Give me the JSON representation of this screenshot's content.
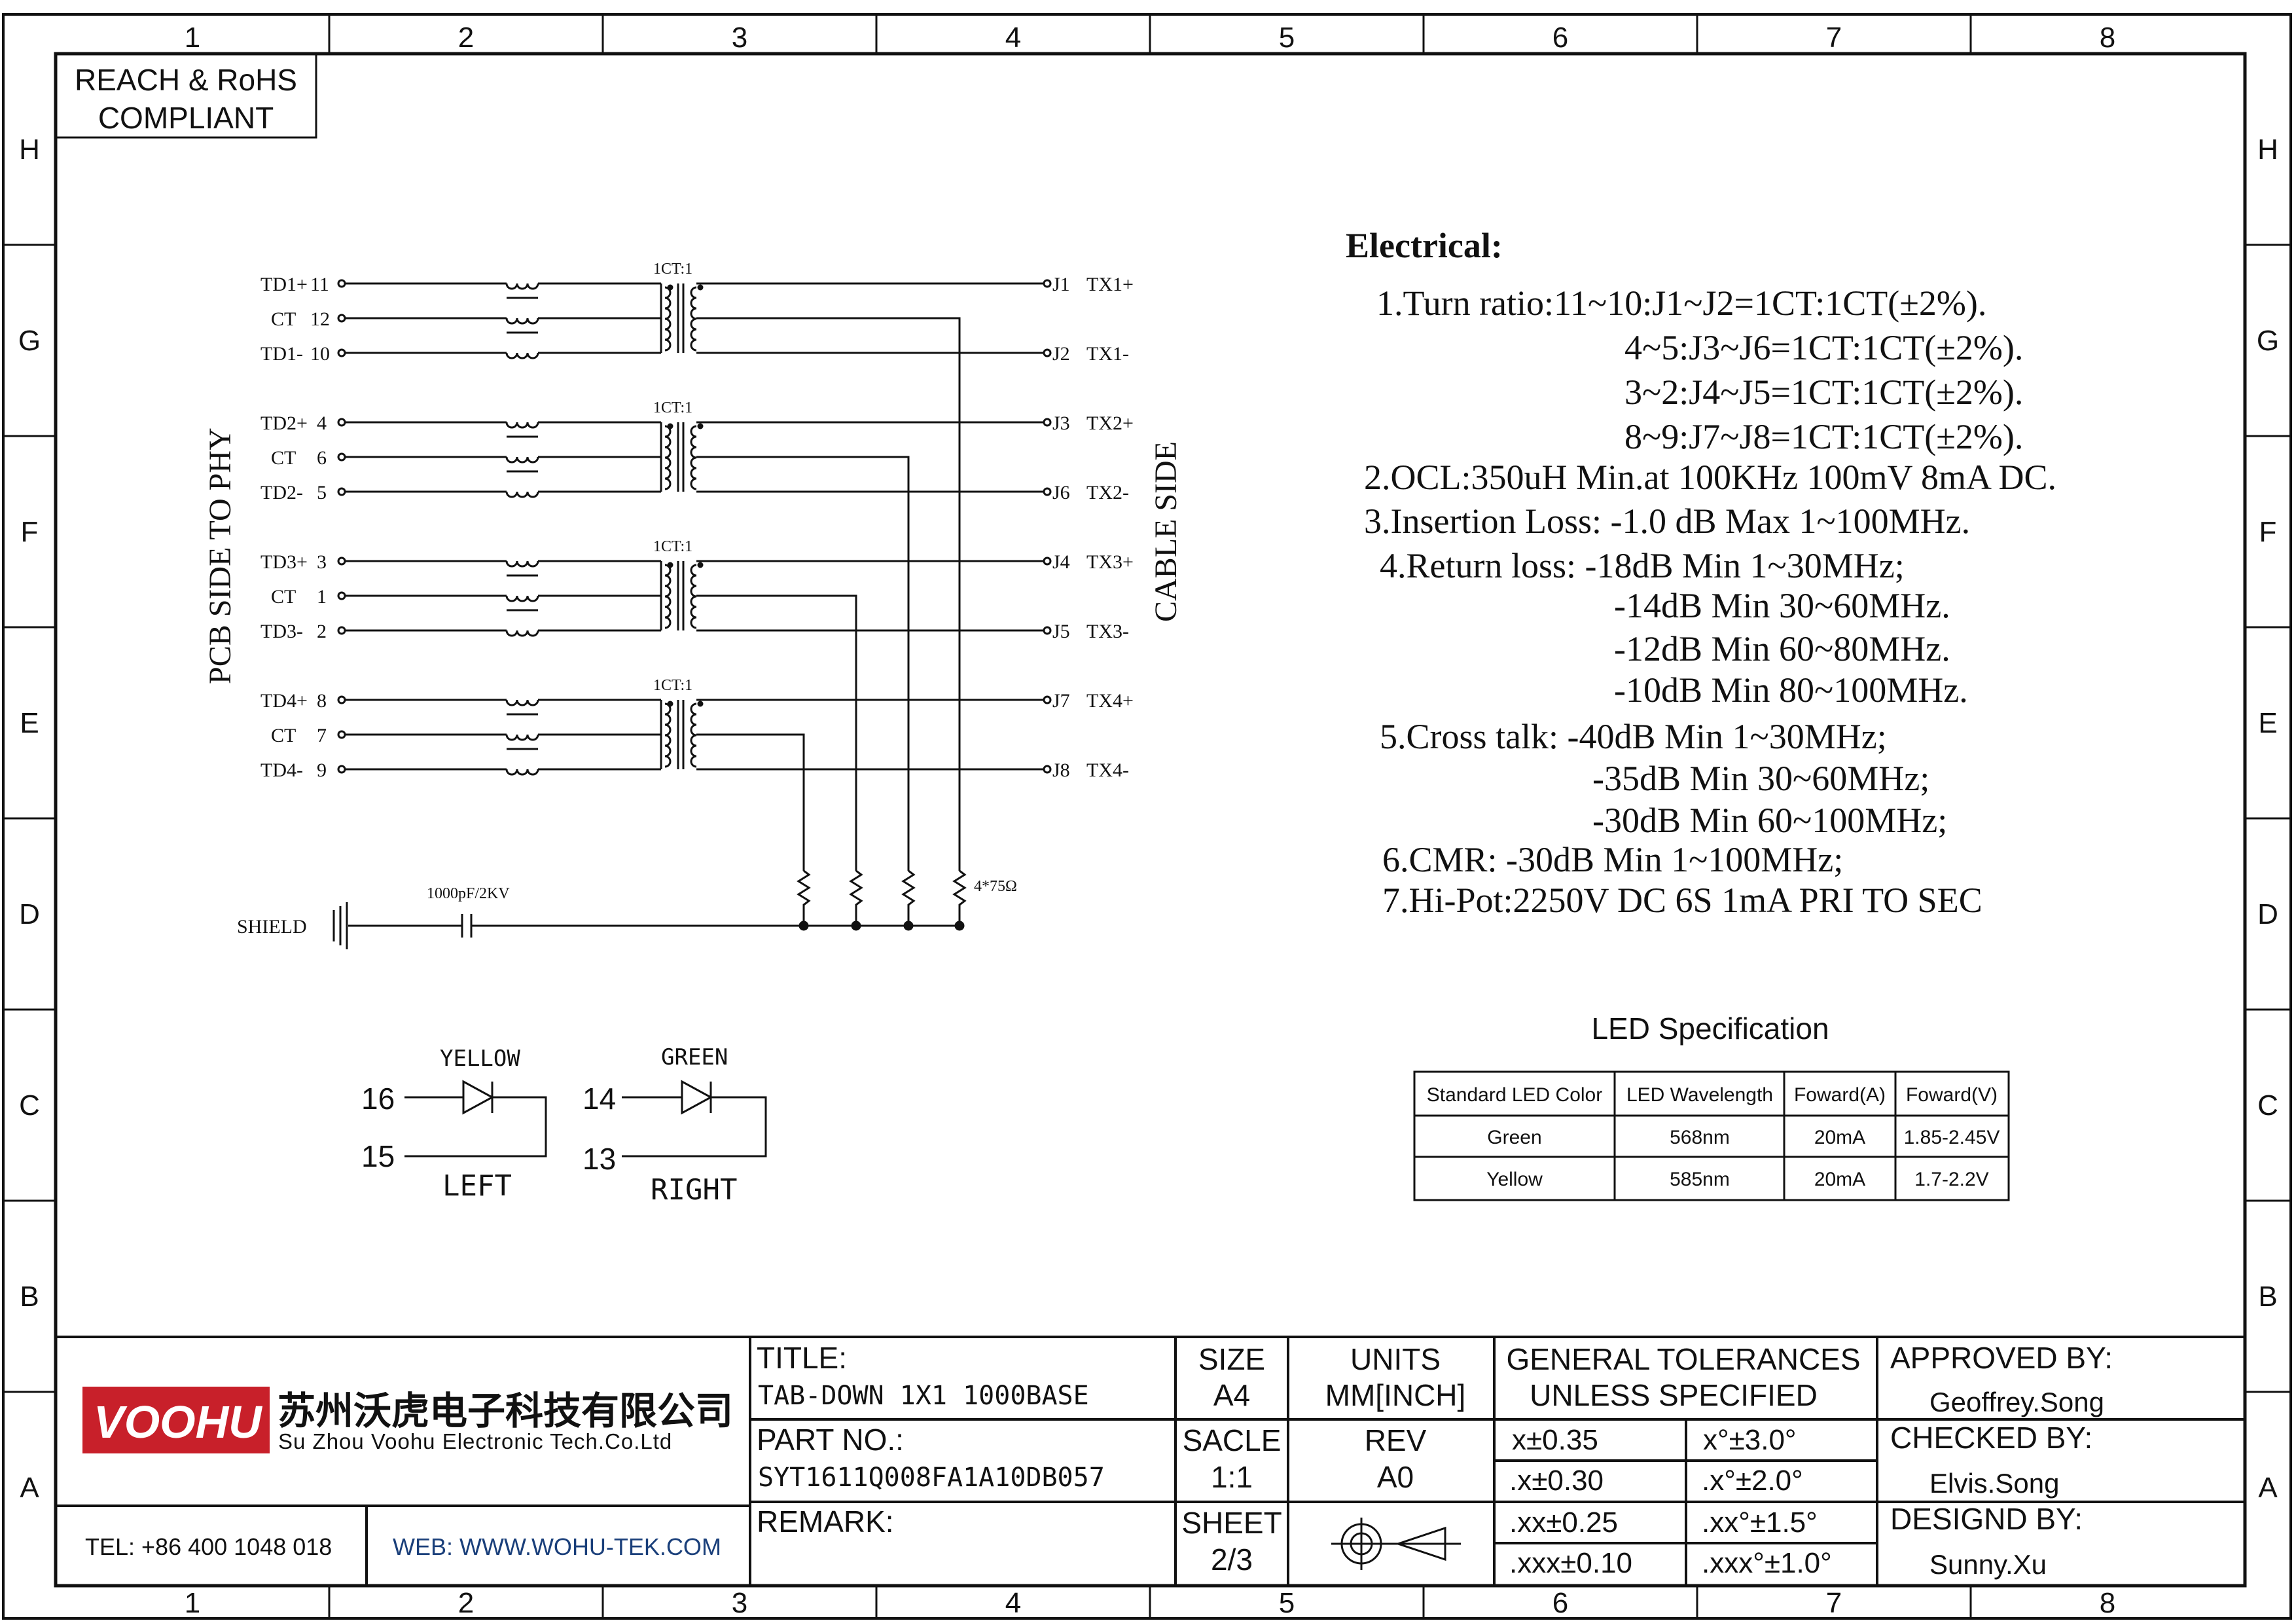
{
  "frame": {
    "columns": [
      "1",
      "2",
      "3",
      "4",
      "5",
      "6",
      "7",
      "8"
    ],
    "rows": [
      "H",
      "G",
      "F",
      "E",
      "D",
      "C",
      "B",
      "A"
    ]
  },
  "compliance": [
    "REACH & RoHS",
    "COMPLIANT"
  ],
  "schematic": {
    "side_left": "PCB SIDE TO PHY",
    "side_right": "CABLE SIDE",
    "ratio_label": "1CT:1",
    "left_pins": [
      {
        "name": "TD1+",
        "num": "11"
      },
      {
        "name": "CT",
        "num": "12"
      },
      {
        "name": "TD1-",
        "num": "10"
      },
      {
        "name": "TD2+",
        "num": "4"
      },
      {
        "name": "CT",
        "num": "6"
      },
      {
        "name": "TD2-",
        "num": "5"
      },
      {
        "name": "TD3+",
        "num": "3"
      },
      {
        "name": "CT",
        "num": "1"
      },
      {
        "name": "TD3-",
        "num": "2"
      },
      {
        "name": "TD4+",
        "num": "8"
      },
      {
        "name": "CT",
        "num": "7"
      },
      {
        "name": "TD4-",
        "num": "9"
      }
    ],
    "right_pins": [
      {
        "pin": "J1",
        "name": "TX1+"
      },
      {
        "pin": "J2",
        "name": "TX1-"
      },
      {
        "pin": "J3",
        "name": "TX2+"
      },
      {
        "pin": "J6",
        "name": "TX2-"
      },
      {
        "pin": "J4",
        "name": "TX3+"
      },
      {
        "pin": "J5",
        "name": "TX3-"
      },
      {
        "pin": "J7",
        "name": "TX4+"
      },
      {
        "pin": "J8",
        "name": "TX4-"
      }
    ],
    "resistor_label": "4*75Ω",
    "capacitor_label": "1000pF/2KV",
    "shield_label": "SHIELD"
  },
  "leds": [
    {
      "color": "YELLOW",
      "pin_a": "16",
      "pin_b": "15",
      "side": "LEFT"
    },
    {
      "color": "GREEN",
      "pin_a": "14",
      "pin_b": "13",
      "side": "RIGHT"
    }
  ],
  "electrical": {
    "title": "Electrical:",
    "lines": [
      "1.Turn ratio:11~10:J1~J2=1CT:1CT(±2%).",
      "4~5:J3~J6=1CT:1CT(±2%).",
      "3~2:J4~J5=1CT:1CT(±2%).",
      "8~9:J7~J8=1CT:1CT(±2%).",
      "2.OCL:350uH Min.at 100KHz 100mV 8mA DC.",
      "3.Insertion Loss: -1.0 dB Max 1~100MHz.",
      "4.Return loss: -18dB Min 1~30MHz;",
      "-14dB Min 30~60MHz.",
      "-12dB Min 60~80MHz.",
      "-10dB Min 80~100MHz.",
      "5.Cross talk: -40dB Min 1~30MHz;",
      "-35dB Min 30~60MHz;",
      "-30dB Min 60~100MHz;",
      "6.CMR: -30dB Min 1~100MHz;",
      "7.Hi-Pot:2250V DC 6S 1mA PRI TO SEC"
    ]
  },
  "led_spec": {
    "title": "LED Specification",
    "headers": [
      "Standard LED Color",
      "LED Wavelength",
      "Foward(A)",
      "Foward(V)"
    ],
    "rows": [
      [
        "Green",
        "568nm",
        "20mA",
        "1.85-2.45V"
      ],
      [
        "Yellow",
        "585nm",
        "20mA",
        "1.7-2.2V"
      ]
    ]
  },
  "title_block": {
    "logo": "VOOHU",
    "company_cn": "苏州沃虎电子科技有限公司",
    "company_en": "Su Zhou Voohu Electronic Tech.Co.Ltd",
    "tel": "TEL: +86 400 1048 018",
    "web": "WEB: WWW.WOHU-TEK.COM",
    "title_label": "TITLE:",
    "title_value": "TAB-DOWN 1X1 1000BASE",
    "part_label": "PART NO.:",
    "part_value": "SYT1611Q008FA1A10DB057",
    "remark_label": "REMARK:",
    "size_label": "SIZE",
    "size_value": "A4",
    "units_label": "UNITS",
    "units_value": "MM[INCH]",
    "scale_label": "SACLE",
    "scale_value": "1:1",
    "rev_label": "REV",
    "rev_value": "A0",
    "sheet_label": "SHEET",
    "sheet_value": "2/3",
    "tol_title_1": "GENERAL TOLERANCES",
    "tol_title_2": "UNLESS SPECIFIED",
    "tolerances": [
      [
        "x±0.35",
        "x°±3.0°"
      ],
      [
        ".x±0.30",
        ".x°±2.0°"
      ],
      [
        ".xx±0.25",
        ".xx°±1.5°"
      ],
      [
        ".xxx±0.10",
        ".xxx°±1.0°"
      ]
    ],
    "approved_label": "APPROVED BY:",
    "approved_value": "Geoffrey.Song",
    "checked_label": "CHECKED BY:",
    "checked_value": "Elvis.Song",
    "designed_label": "DESIGND BY:",
    "designed_value": "Sunny.Xu"
  },
  "colors": {
    "logo_red": "#c8202a",
    "web_blue": "#1a3f7a",
    "line": "#111111"
  }
}
